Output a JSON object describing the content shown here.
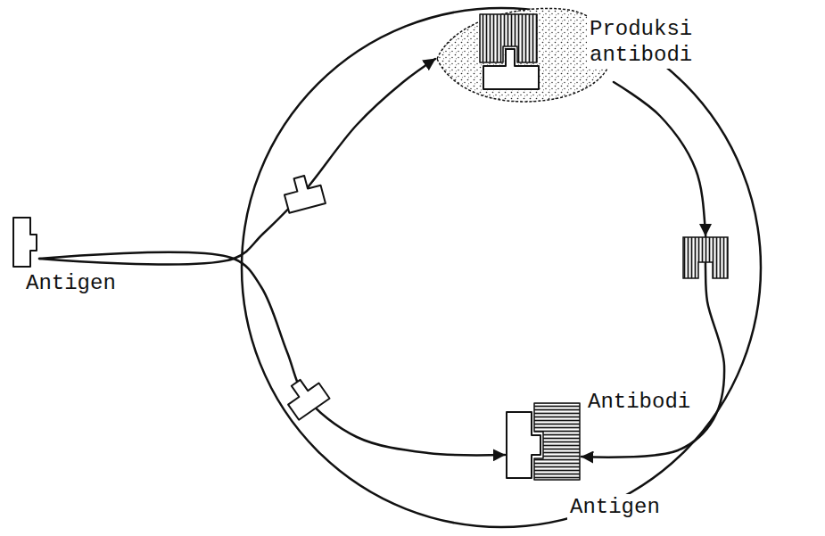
{
  "diagram": {
    "nodes": [
      {
        "text": [
          "Antigen"
        ]
      },
      {
        "text": [
          "Produksi antibodi"
        ]
      },
      {
        "text": [
          "Antibodi",
          "Antigen"
        ]
      }
    ],
    "edges": [
      {
        "from": 0,
        "to": 1,
        "arrow": "to"
      },
      {
        "from": 0,
        "to": 2,
        "arrow": "to"
      },
      {
        "from": 1,
        "to": 2,
        "arrow": "to"
      }
    ]
  }
}
